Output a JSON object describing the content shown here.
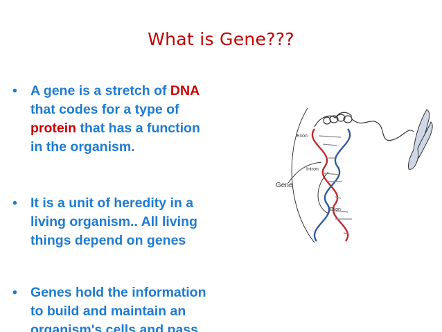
{
  "slide": {
    "title": "What is Gene???",
    "bullets": [
      {
        "marker": "•",
        "lines": [
          {
            "a": "A gene is a stretch of ",
            "b": "DNA",
            "c": ""
          },
          {
            "a": "that codes for a type of",
            "b": "",
            "c": ""
          },
          {
            "a": "",
            "b": "protein",
            "c": " that has a function"
          },
          {
            "a": "in the organism.",
            "b": "",
            "c": ""
          }
        ]
      },
      {
        "marker": "•",
        "lines": [
          "It is a unit of heredity in a",
          "living organism.. All living",
          "things depend on genes"
        ]
      },
      {
        "marker": "•",
        "lines": [
          "Genes hold the information",
          "to build and maintain an",
          "organism's cells and pass"
        ]
      }
    ],
    "diagram": {
      "labels": {
        "exon_top": "Exon",
        "intron": "Intron",
        "gene": "Gene",
        "exon_bottom": "Exon"
      },
      "colors": {
        "strand_red": "#c0272d",
        "strand_blue": "#2c5aa0",
        "outline": "#333333"
      }
    }
  }
}
